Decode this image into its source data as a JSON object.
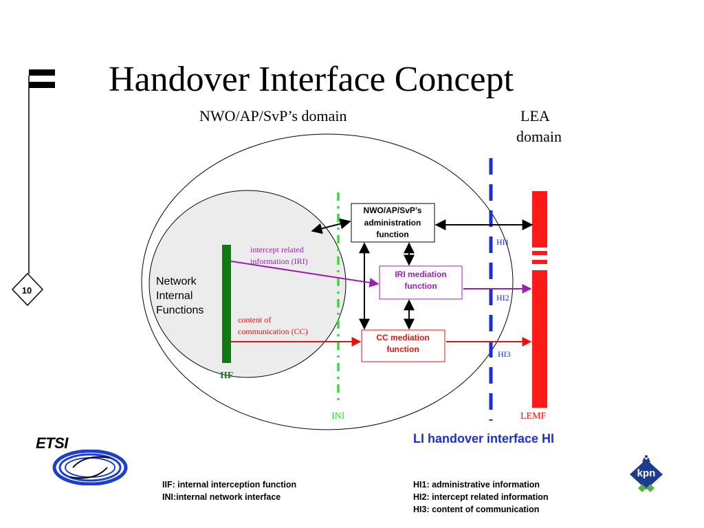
{
  "slide": {
    "title": "Handover Interface Concept",
    "number": "10",
    "nwo_domain_label": "NWO/AP/SvP’s domain",
    "lea_domain_label_line1": "LEA",
    "lea_domain_label_line2": "domain"
  },
  "diagram": {
    "network_internal_functions": [
      "Network",
      "Internal",
      "Functions"
    ],
    "iif_label": "IIF",
    "ini_label": "INI",
    "lemf_label": "LEMF",
    "iri_text": [
      "intercept related",
      "information (IRI)"
    ],
    "cc_text": [
      "content of",
      "communication (CC)"
    ],
    "admin_box": [
      "NWO/AP/SvP’s",
      "administration",
      "function"
    ],
    "iri_box": [
      "IRI mediation",
      "function"
    ],
    "cc_box": [
      "CC mediation",
      "function"
    ],
    "hi1": "HI1",
    "hi2": "HI2",
    "hi3": "HI3",
    "hi_title": "LI handover interface HI"
  },
  "legend": {
    "left": [
      "IIF: internal interception function",
      "INI:internal network interface"
    ],
    "right": [
      "HI1: administrative information",
      "HI2: intercept related information",
      "HI3: content of communication"
    ]
  },
  "logos": {
    "etsi": "ETSI",
    "kpn": "kpn"
  },
  "colors": {
    "iif_green": "#127a12",
    "ini_green": "#33dd33",
    "hi_blue": "#1a2fd4",
    "lemf_red": "#ff1a1a",
    "iri_purple": "#9b1fb0",
    "cc_red": "#e8110c",
    "kpn_blue": "#1c3d8f",
    "kpn_green": "#58b043"
  }
}
